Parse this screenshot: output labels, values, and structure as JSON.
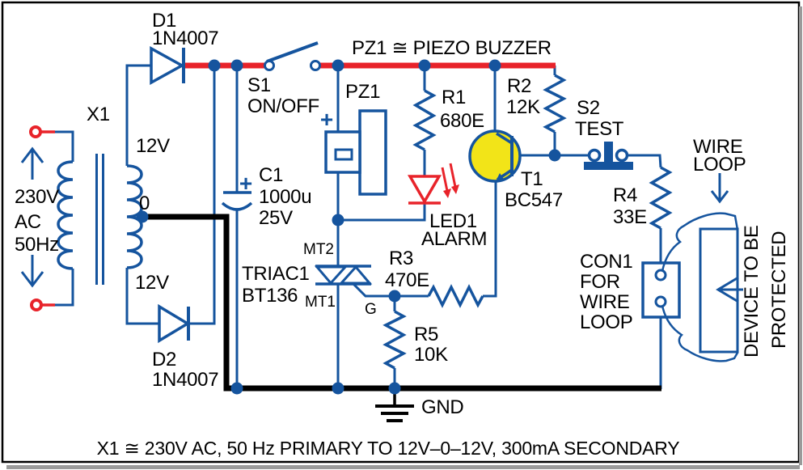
{
  "colors": {
    "wire_blue": "#15549e",
    "rail_red": "#e8232a",
    "transistor_yellow": "#f2e418",
    "wire_black": "#000000",
    "background": "#ffffff"
  },
  "schematic": {
    "rail_note": "PZ1 ≅ PIEZO BUZZER",
    "caption": "X1 ≅ 230V AC, 50 Hz PRIMARY TO 12V–0–12V, 300mA SECONDARY",
    "power_input": {
      "voltage": "230V",
      "current_type": "AC",
      "frequency": "50Hz"
    },
    "transformer": {
      "ref": "X1",
      "tap_top": "12V",
      "tap_center": "0",
      "tap_bottom": "12V"
    },
    "d1": {
      "ref": "D1",
      "value": "1N4007"
    },
    "d2": {
      "ref": "D2",
      "value": "1N4007"
    },
    "s1": {
      "ref": "S1",
      "mode": "ON/OFF"
    },
    "c1": {
      "ref": "C1",
      "value": "1000u",
      "voltage": "25V",
      "polarity": "+"
    },
    "pz1": {
      "ref": "PZ1",
      "polarity": "+"
    },
    "r1": {
      "ref": "R1",
      "value": "680E"
    },
    "led1": {
      "ref": "LED1",
      "function": "ALARM"
    },
    "r2": {
      "ref": "R2",
      "value": "12K"
    },
    "t1": {
      "ref": "T1",
      "value": "BC547"
    },
    "s2": {
      "ref": "S2",
      "mode": "TEST"
    },
    "r4": {
      "ref": "R4",
      "value": "33E"
    },
    "r3": {
      "ref": "R3",
      "value": "470E"
    },
    "r5": {
      "ref": "R5",
      "value": "10K"
    },
    "triac1": {
      "ref": "TRIAC1",
      "value": "BT136",
      "mt2": "MT2",
      "mt1": "MT1",
      "gate": "G"
    },
    "con1": {
      "line1": "CON1",
      "line2": "FOR",
      "line3": "WIRE",
      "line4": "LOOP"
    },
    "wire_loop": {
      "line1": "WIRE",
      "line2": "LOOP"
    },
    "gnd": {
      "label": "GND"
    },
    "device": {
      "line1": "DEVICE TO BE",
      "line2": "PROTECTED"
    }
  }
}
